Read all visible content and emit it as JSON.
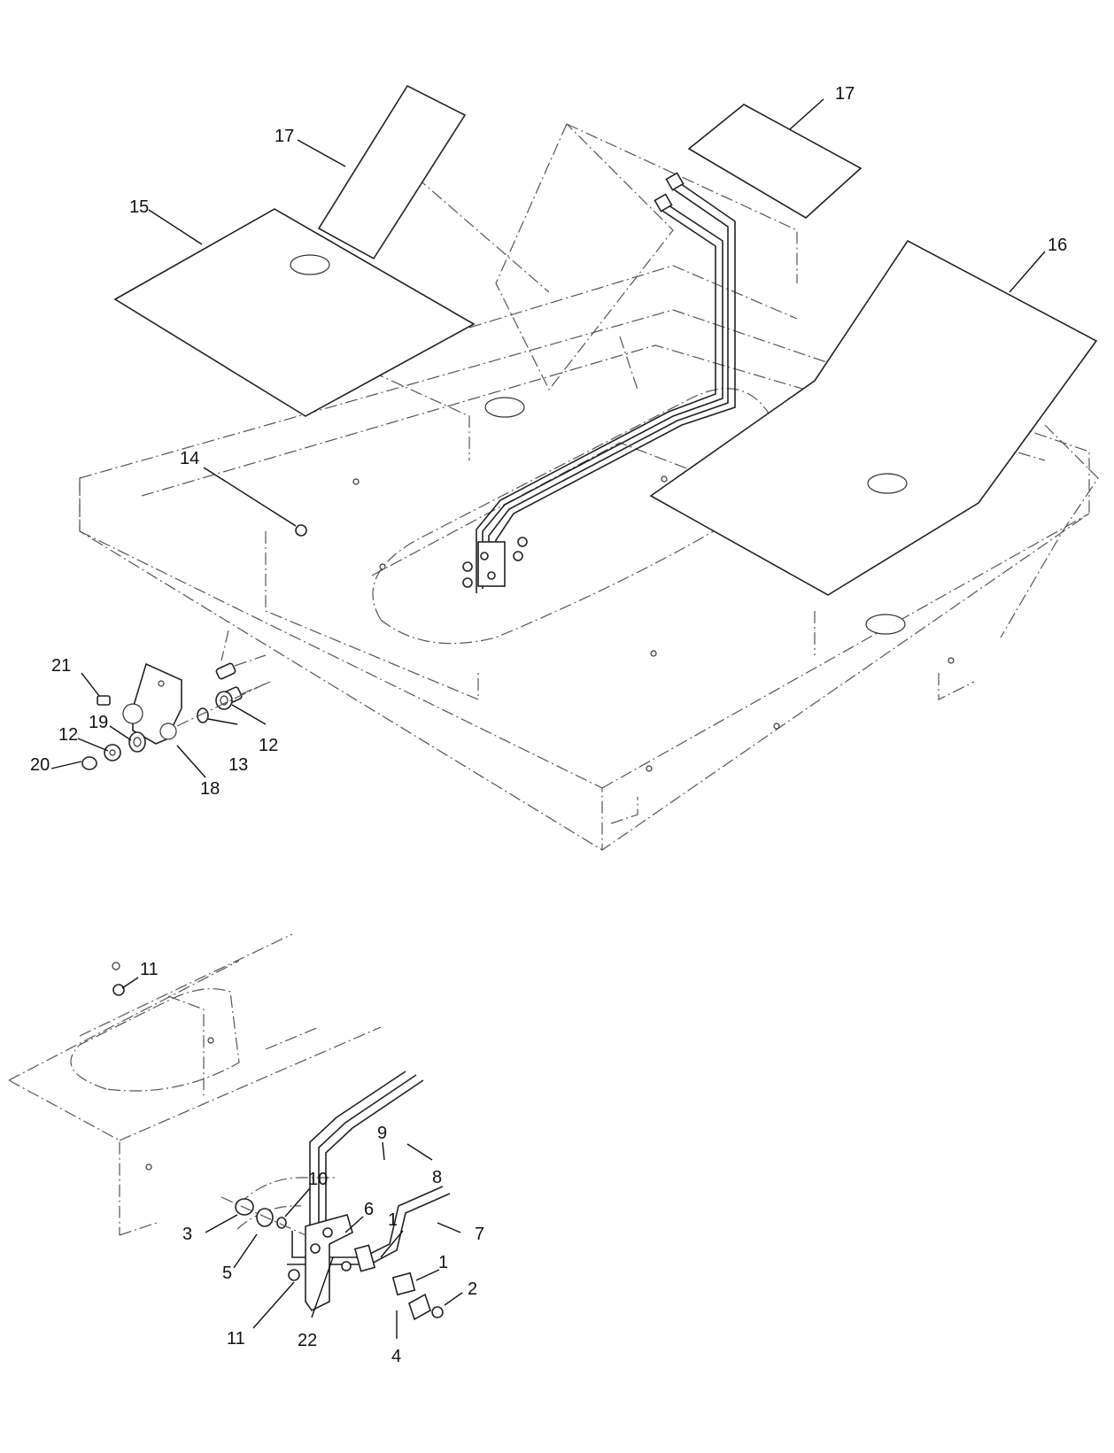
{
  "callouts": {
    "c17a": "17",
    "c17b": "17",
    "c15": "15",
    "c16": "16",
    "c14": "14",
    "c21": "21",
    "c19": "19",
    "c12a": "12",
    "c12b": "12",
    "c20": "20",
    "c18": "18",
    "c13": "13",
    "c11a": "11",
    "c9": "9",
    "c8": "8",
    "c10": "10",
    "c6": "6",
    "c7": "7",
    "c1a": "1",
    "c1b": "1",
    "c3": "3",
    "c5": "5",
    "c2": "2",
    "c11b": "11",
    "c22": "22",
    "c4": "4"
  }
}
